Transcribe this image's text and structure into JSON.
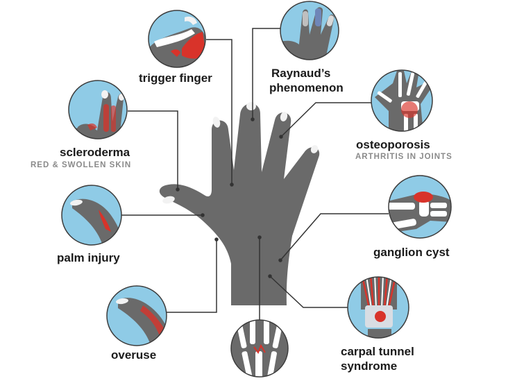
{
  "colors": {
    "hand": "#6a6a6a",
    "nail": "#f2f2f2",
    "circle_fill": "#8fcbe6",
    "circle_stroke": "#3c3c3c",
    "leader": "#333333",
    "inflammation": "#d8332a",
    "bone": "#ffffff"
  },
  "conditions": [
    {
      "id": "trigger-finger",
      "label": "trigger finger",
      "icon": "trigger-finger-icon"
    },
    {
      "id": "raynauds",
      "label_line1": "Raynaud’s",
      "label_line2": "phenomenon",
      "icon": "raynauds-icon"
    },
    {
      "id": "scleroderma",
      "label": "scleroderma",
      "sublabel": "RED & SWOLLEN SKIN",
      "icon": "scleroderma-icon"
    },
    {
      "id": "osteoporosis",
      "label": "osteoporosis",
      "sublabel": "ARTHRITIS IN JOINTS",
      "icon": "osteoporosis-icon"
    },
    {
      "id": "palm-injury",
      "label": "palm injury",
      "icon": "palm-injury-icon"
    },
    {
      "id": "ganglion-cyst",
      "label": "ganglion cyst",
      "icon": "ganglion-cyst-icon"
    },
    {
      "id": "overuse",
      "label": "overuse",
      "icon": "overuse-icon"
    },
    {
      "id": "carpal-tunnel",
      "label_line1": "carpal tunnel",
      "label_line2": "syndrome",
      "icon": "carpal-tunnel-icon"
    },
    {
      "id": "fracture",
      "icon": "fracture-icon"
    }
  ]
}
